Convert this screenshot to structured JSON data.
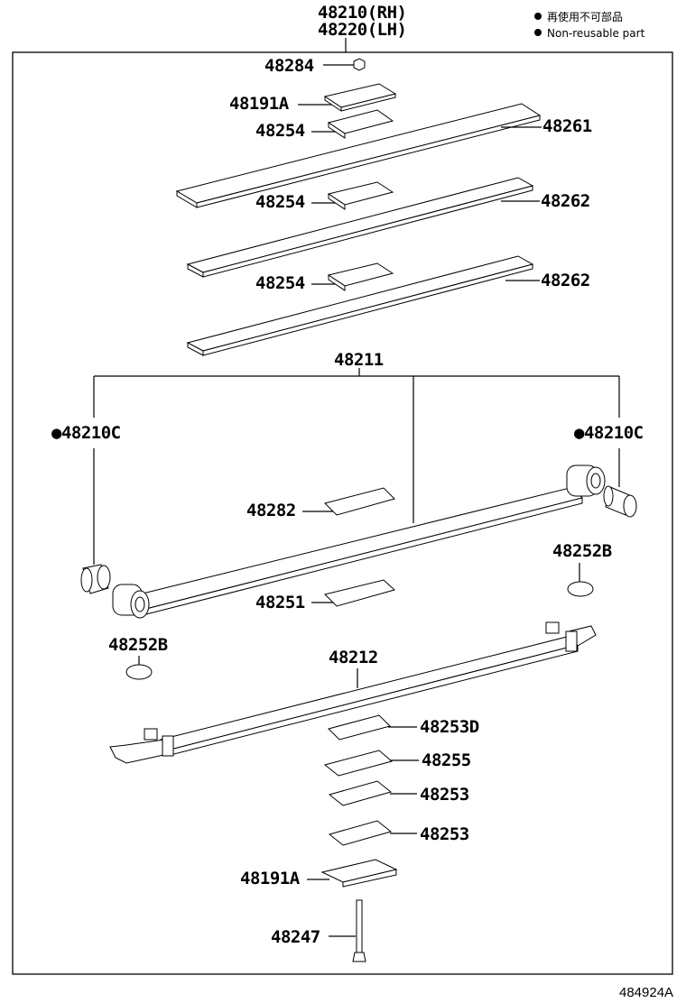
{
  "header": {
    "assembly_rh": "48210(RH)",
    "assembly_lh": "48220(LH)"
  },
  "legend": {
    "items": [
      {
        "bullet": "●",
        "text": "再使用不可部品"
      },
      {
        "bullet": "●",
        "text": "Non-reusable part"
      }
    ]
  },
  "diagram_ref": "484924A",
  "parts": {
    "p48284": "48284",
    "p48191A_top": "48191A",
    "p48254_1": "48254",
    "p48261": "48261",
    "p48254_2": "48254",
    "p48262_1": "48262",
    "p48254_3": "48254",
    "p48262_2": "48262",
    "p48211": "48211",
    "p48210C_left": "●48210C",
    "p48210C_right": "●48210C",
    "p48282": "48282",
    "p48252B_right": "48252B",
    "p48251": "48251",
    "p48252B_left": "48252B",
    "p48212": "48212",
    "p48253D": "48253D",
    "p48255": "48255",
    "p48253_1": "48253",
    "p48253_2": "48253",
    "p48191A_bottom": "48191A",
    "p48247": "48247"
  }
}
